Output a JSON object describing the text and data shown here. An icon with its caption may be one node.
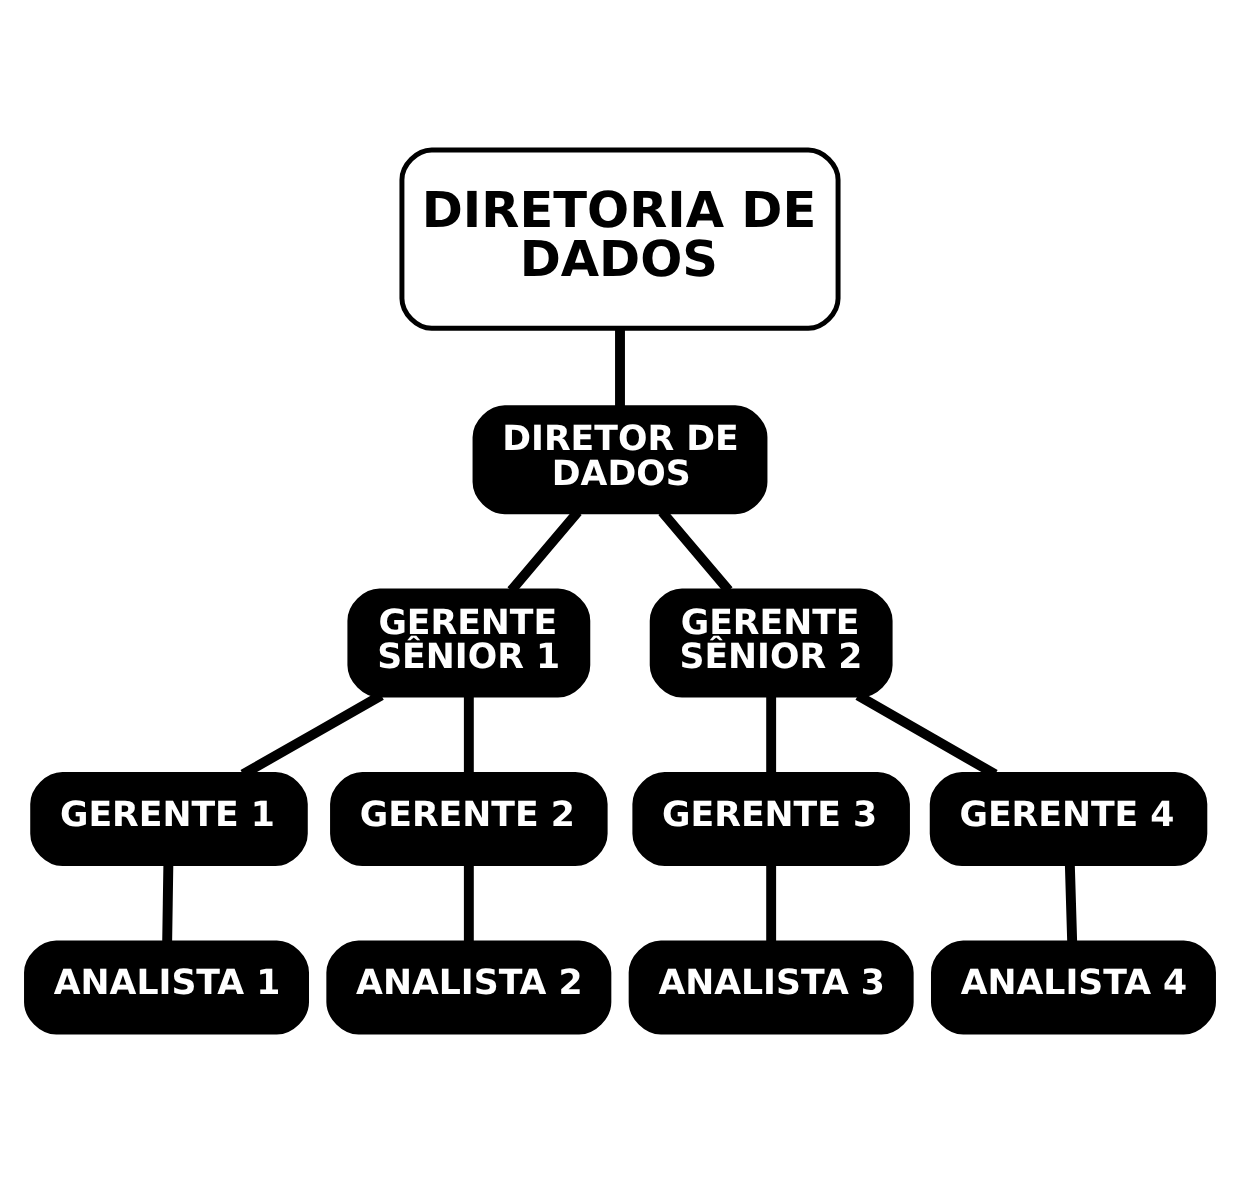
{
  "diagram": {
    "nodes": [
      {
        "text": [
          "DIRETORIA DE DADOS"
        ]
      },
      {
        "text": [
          "DIRETOR DE DADOS"
        ]
      },
      {
        "text": [
          "GERENTE SÊNIOR 1"
        ]
      },
      {
        "text": [
          "GERENTE SÊNIOR 2"
        ]
      },
      {
        "text": [
          "GERENTE 1"
        ]
      },
      {
        "text": [
          "GERENTE 2"
        ]
      },
      {
        "text": [
          "GERENTE 3"
        ]
      },
      {
        "text": [
          "GERENTE 4"
        ]
      },
      {
        "text": [
          "ANALISTA 1"
        ]
      },
      {
        "text": [
          "ANALISTA 2"
        ]
      },
      {
        "text": [
          "ANALISTA 3"
        ]
      },
      {
        "text": [
          "ANALISTA 4"
        ]
      }
    ],
    "edges": [
      {
        "from": 0,
        "to": 1,
        "arrow": "none"
      },
      {
        "from": 1,
        "to": 2,
        "arrow": "none"
      },
      {
        "from": 1,
        "to": 3,
        "arrow": "none"
      },
      {
        "from": 2,
        "to": 4,
        "arrow": "none"
      },
      {
        "from": 2,
        "to": 5,
        "arrow": "none"
      },
      {
        "from": 3,
        "to": 6,
        "arrow": "none"
      },
      {
        "from": 3,
        "to": 7,
        "arrow": "none"
      },
      {
        "from": 4,
        "to": 8,
        "arrow": "none"
      },
      {
        "from": 5,
        "to": 9,
        "arrow": "none"
      },
      {
        "from": 6,
        "to": 10,
        "arrow": "none"
      },
      {
        "from": 7,
        "to": 11,
        "arrow": "none"
      }
    ]
  }
}
